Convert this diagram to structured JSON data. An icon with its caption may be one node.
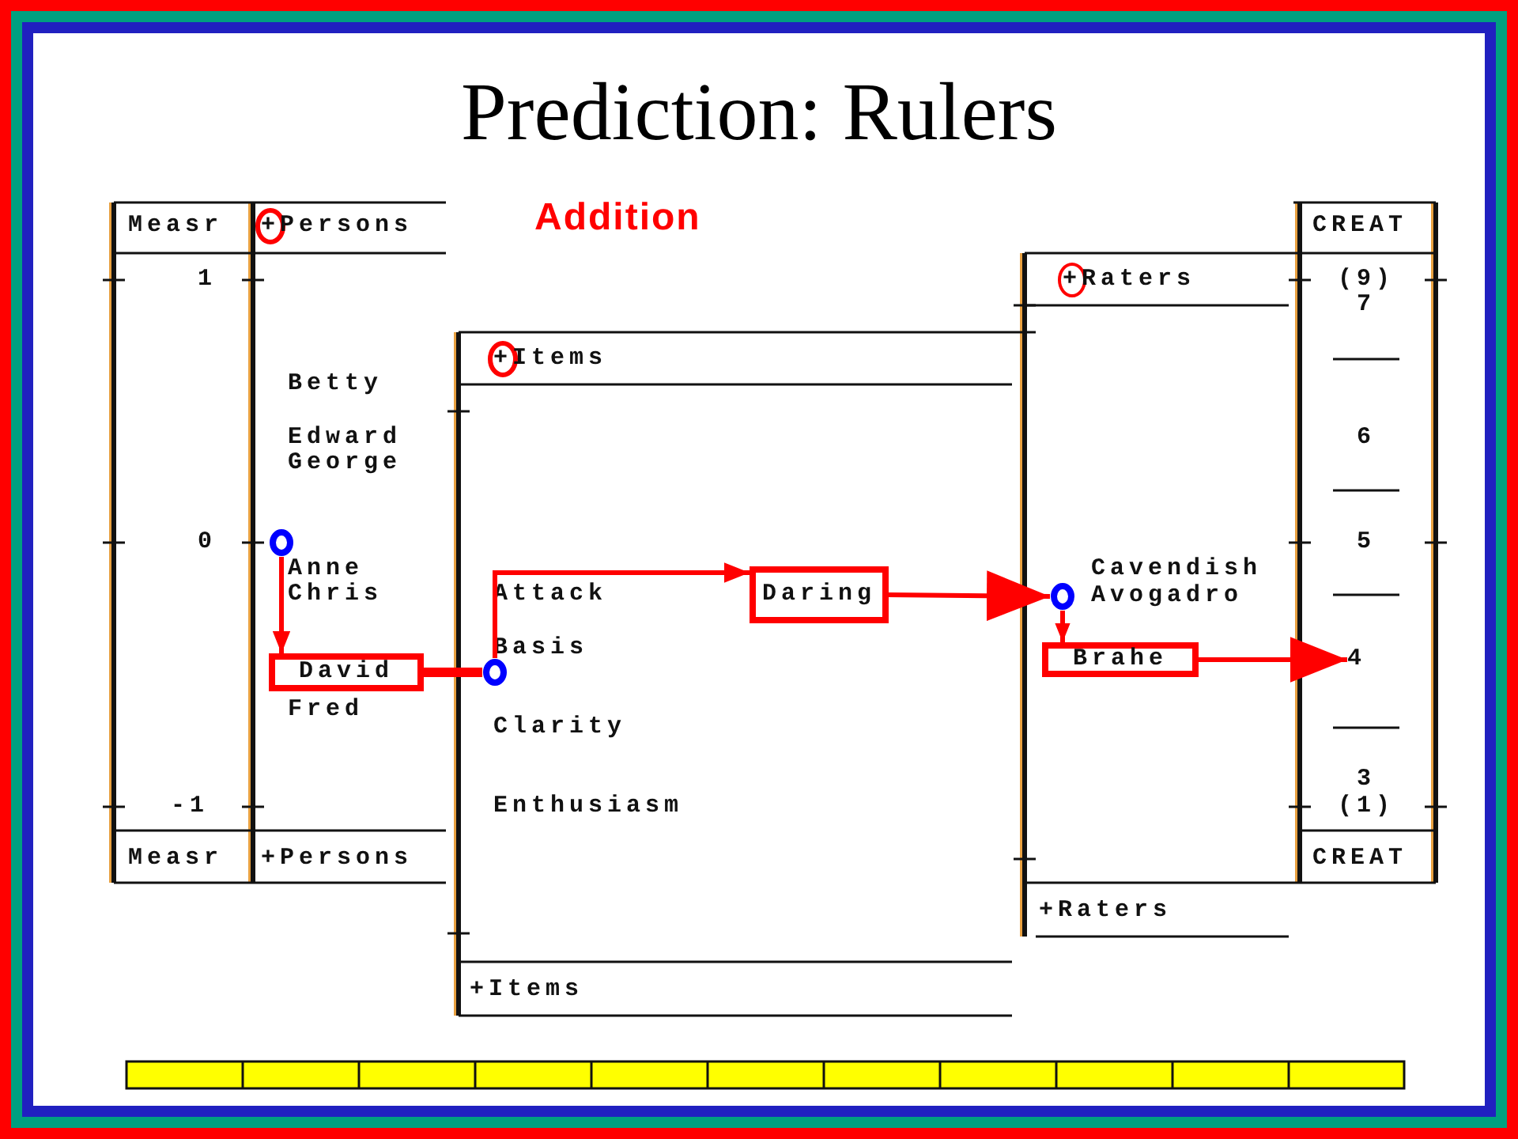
{
  "diagram": {
    "title": "Prediction: Rulers",
    "nodes": [
      {
        "text": [],
        "shape": "circle"
      },
      {
        "text": [
          "David"
        ]
      },
      {
        "text": [],
        "shape": "circle"
      },
      {
        "text": [
          "Daring"
        ]
      },
      {
        "text": [],
        "shape": "circle"
      },
      {
        "text": [
          "Brahe"
        ]
      },
      {
        "text": [
          "4"
        ]
      }
    ],
    "edges": [
      {
        "from": 0,
        "to": 1,
        "arrow": "to"
      },
      {
        "from": 1,
        "to": 2,
        "arrow": "none",
        "style": "thick"
      },
      {
        "from": 2,
        "to": 3,
        "arrow": "to"
      },
      {
        "from": 3,
        "to": 4,
        "arrow": "to"
      },
      {
        "from": 4,
        "to": 5,
        "arrow": "to"
      },
      {
        "from": 5,
        "to": 6,
        "arrow": "to"
      }
    ],
    "labels": [
      "Measr",
      "+Persons",
      "Addition",
      "CREAT",
      "1",
      "+Raters",
      "(9)",
      "7",
      "+Items",
      "Betty",
      "Edward",
      "6",
      "George",
      "0",
      "5",
      "Anne",
      "Cavendish",
      "Chris",
      "Attack",
      "Avogadro",
      "Basis",
      "Fred",
      "Clarity",
      "-1",
      "Enthusiasm",
      "3",
      "(1)",
      "Measr",
      "+Persons",
      "CREAT",
      "+Raters",
      "+Items"
    ]
  }
}
